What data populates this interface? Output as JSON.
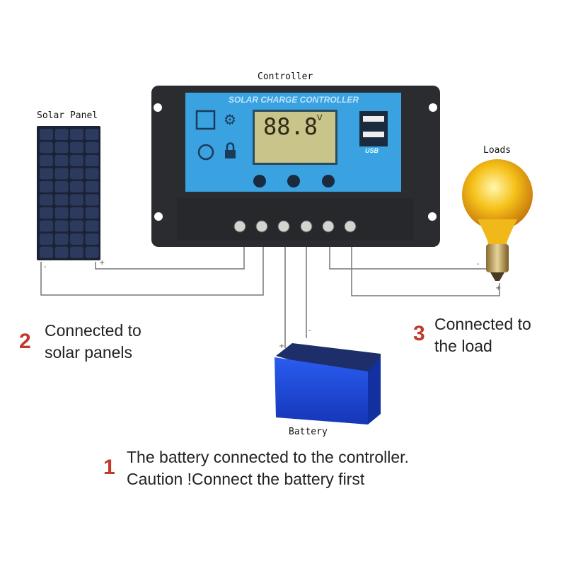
{
  "labels": {
    "controller": "Controller",
    "solar_panel": "Solar Panel",
    "loads": "Loads",
    "battery": "Battery",
    "controller_brand": "SOLAR CHARGE CONTROLLER",
    "lcd_value": "88.8",
    "lcd_unit": "V",
    "usb": "USB"
  },
  "steps": [
    {
      "number": "1",
      "line1": "The battery connected to the controller.",
      "line2": "Caution !Connect the battery first"
    },
    {
      "number": "2",
      "line1": "Connected to",
      "line2": "solar panels"
    },
    {
      "number": "3",
      "line1": "Connected to",
      "line2": "the load"
    }
  ],
  "polarity": {
    "plus": "+",
    "minus": "-"
  },
  "colors": {
    "controller_body": "#2a2c30",
    "controller_panel": "#3aa2e0",
    "lcd": "#c9c48a",
    "battery": "#1f4fe0",
    "bulb": "#f6c21a",
    "step_number": "#c0392b"
  }
}
